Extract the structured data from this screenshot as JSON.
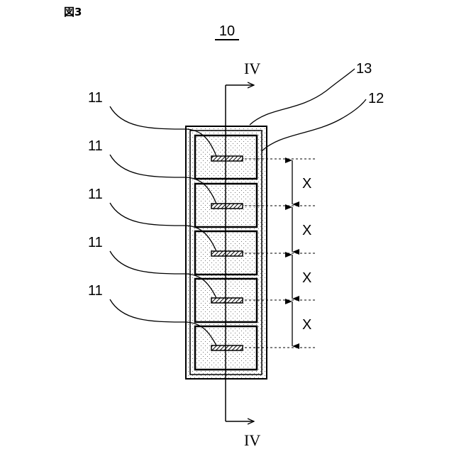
{
  "figure_label": "図3",
  "device_label": "10",
  "section": {
    "top": "IV",
    "bottom": "IV"
  },
  "outer_layer_label": "13",
  "inner_layer_label": "12",
  "element_label": "11",
  "elements": [
    {
      "label": "11"
    },
    {
      "label": "11"
    },
    {
      "label": "11"
    },
    {
      "label": "11"
    },
    {
      "label": "11"
    }
  ],
  "pitch_label": "X",
  "pitches": [
    "X",
    "X",
    "X",
    "X"
  ]
}
